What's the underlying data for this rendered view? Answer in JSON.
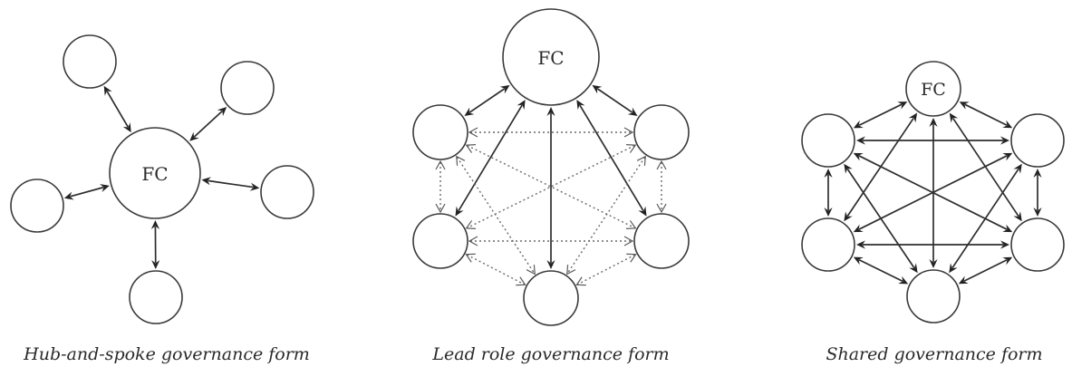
{
  "figure": {
    "colors": {
      "stroke": "#3a3a3a",
      "text": "#2a2a2a",
      "background": "#ffffff"
    },
    "diagrams": [
      {
        "id": "hub-and-spoke",
        "caption": "Hub-and-spoke governance form",
        "nodes": [
          {
            "id": "fc",
            "label": "FC",
            "role": "focal"
          },
          {
            "id": "n1",
            "label": ""
          },
          {
            "id": "n2",
            "label": ""
          },
          {
            "id": "n3",
            "label": ""
          },
          {
            "id": "n4",
            "label": ""
          },
          {
            "id": "n5",
            "label": ""
          }
        ],
        "edges": [
          {
            "from": "fc",
            "to": "n1",
            "style": "solid",
            "direction": "both"
          },
          {
            "from": "fc",
            "to": "n2",
            "style": "solid",
            "direction": "both"
          },
          {
            "from": "fc",
            "to": "n3",
            "style": "solid",
            "direction": "both"
          },
          {
            "from": "fc",
            "to": "n4",
            "style": "solid",
            "direction": "both"
          },
          {
            "from": "fc",
            "to": "n5",
            "style": "solid",
            "direction": "both"
          }
        ]
      },
      {
        "id": "lead-role",
        "caption": "Lead role governance form",
        "nodes": [
          {
            "id": "fc",
            "label": "FC",
            "role": "focal"
          },
          {
            "id": "n1",
            "label": ""
          },
          {
            "id": "n2",
            "label": ""
          },
          {
            "id": "n3",
            "label": ""
          },
          {
            "id": "n4",
            "label": ""
          },
          {
            "id": "n5",
            "label": ""
          }
        ],
        "edges": [
          {
            "from": "fc",
            "to": "n1",
            "style": "solid",
            "direction": "both"
          },
          {
            "from": "fc",
            "to": "n2",
            "style": "solid",
            "direction": "both"
          },
          {
            "from": "fc",
            "to": "n3",
            "style": "solid",
            "direction": "both"
          },
          {
            "from": "fc",
            "to": "n4",
            "style": "solid",
            "direction": "both"
          },
          {
            "from": "fc",
            "to": "n5",
            "style": "solid",
            "direction": "both"
          },
          {
            "from": "n1",
            "to": "n2",
            "style": "dotted",
            "direction": "both"
          },
          {
            "from": "n1",
            "to": "n3",
            "style": "dotted",
            "direction": "both"
          },
          {
            "from": "n1",
            "to": "n4",
            "style": "dotted",
            "direction": "both"
          },
          {
            "from": "n1",
            "to": "n5",
            "style": "dotted",
            "direction": "both"
          },
          {
            "from": "n2",
            "to": "n3",
            "style": "dotted",
            "direction": "both"
          },
          {
            "from": "n2",
            "to": "n4",
            "style": "dotted",
            "direction": "both"
          },
          {
            "from": "n2",
            "to": "n5",
            "style": "dotted",
            "direction": "both"
          },
          {
            "from": "n3",
            "to": "n4",
            "style": "dotted",
            "direction": "both"
          },
          {
            "from": "n3",
            "to": "n5",
            "style": "dotted",
            "direction": "both"
          },
          {
            "from": "n4",
            "to": "n5",
            "style": "dotted",
            "direction": "both"
          }
        ]
      },
      {
        "id": "shared",
        "caption": "Shared governance form",
        "nodes": [
          {
            "id": "fc",
            "label": "FC",
            "role": "focal"
          },
          {
            "id": "n1",
            "label": ""
          },
          {
            "id": "n2",
            "label": ""
          },
          {
            "id": "n3",
            "label": ""
          },
          {
            "id": "n4",
            "label": ""
          },
          {
            "id": "n5",
            "label": ""
          }
        ],
        "edges": [
          {
            "from": "fc",
            "to": "n1",
            "style": "solid",
            "direction": "both"
          },
          {
            "from": "fc",
            "to": "n2",
            "style": "solid",
            "direction": "both"
          },
          {
            "from": "fc",
            "to": "n3",
            "style": "solid",
            "direction": "both"
          },
          {
            "from": "fc",
            "to": "n4",
            "style": "solid",
            "direction": "both"
          },
          {
            "from": "fc",
            "to": "n5",
            "style": "solid",
            "direction": "both"
          },
          {
            "from": "n1",
            "to": "n2",
            "style": "solid",
            "direction": "both"
          },
          {
            "from": "n1",
            "to": "n3",
            "style": "solid",
            "direction": "both"
          },
          {
            "from": "n1",
            "to": "n4",
            "style": "solid",
            "direction": "both"
          },
          {
            "from": "n1",
            "to": "n5",
            "style": "solid",
            "direction": "both"
          },
          {
            "from": "n2",
            "to": "n3",
            "style": "solid",
            "direction": "both"
          },
          {
            "from": "n2",
            "to": "n4",
            "style": "solid",
            "direction": "both"
          },
          {
            "from": "n2",
            "to": "n5",
            "style": "solid",
            "direction": "both"
          },
          {
            "from": "n3",
            "to": "n4",
            "style": "solid",
            "direction": "both"
          },
          {
            "from": "n3",
            "to": "n5",
            "style": "solid",
            "direction": "both"
          },
          {
            "from": "n4",
            "to": "n5",
            "style": "solid",
            "direction": "both"
          }
        ]
      }
    ]
  }
}
